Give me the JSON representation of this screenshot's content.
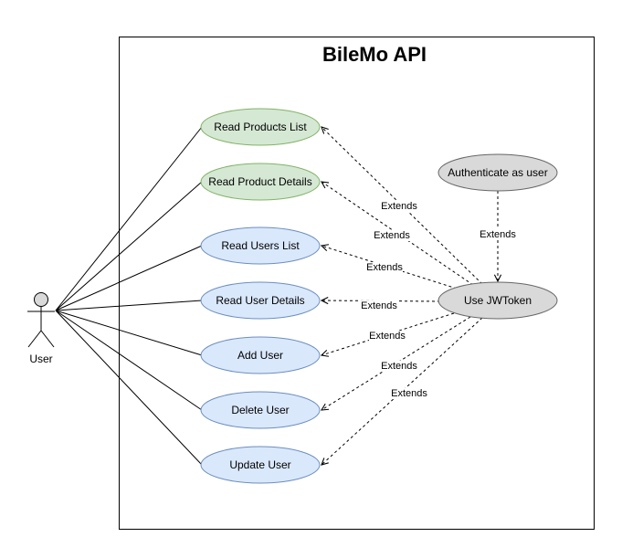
{
  "diagram": {
    "title": "BileMo API",
    "actor": {
      "label": "User"
    },
    "use_cases": [
      {
        "id": "read-products-list",
        "label": "Read Products List",
        "group": "product"
      },
      {
        "id": "read-product-details",
        "label": "Read Product Details",
        "group": "product"
      },
      {
        "id": "read-users-list",
        "label": "Read Users List",
        "group": "user"
      },
      {
        "id": "read-user-details",
        "label": "Read User Details",
        "group": "user"
      },
      {
        "id": "add-user",
        "label": "Add User",
        "group": "user"
      },
      {
        "id": "delete-user",
        "label": "Delete User",
        "group": "user"
      },
      {
        "id": "update-user",
        "label": "Update User",
        "group": "user"
      }
    ],
    "auth_nodes": {
      "authenticate": "Authenticate as user",
      "jwtoken": "Use JWToken"
    },
    "relation_label": "Extends",
    "colors": {
      "product_fill": "#d5e8d4",
      "product_stroke": "#82b366",
      "user_fill": "#dae8fc",
      "user_stroke": "#6c8ebf",
      "auth_fill": "#d9d9d9",
      "auth_stroke": "#666666",
      "line": "#000000"
    }
  }
}
